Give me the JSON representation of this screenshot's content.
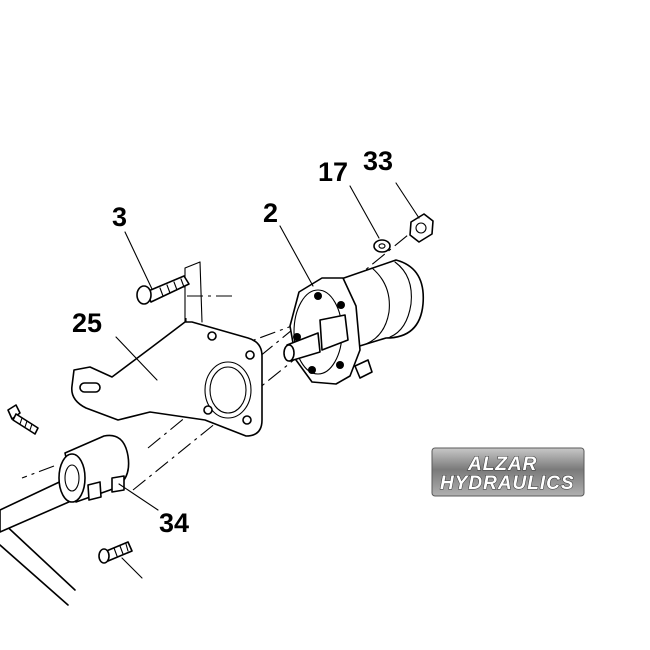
{
  "callouts": {
    "c17": "17",
    "c33": "33",
    "c3": "3",
    "c2": "2",
    "c25": "25",
    "c34": "34"
  },
  "watermark": {
    "line1": "ALZAR",
    "line2": "HYDRAULICS"
  },
  "colors": {
    "line": "#000000",
    "background": "#ffffff",
    "watermark_bg": "#8f8f8f"
  }
}
